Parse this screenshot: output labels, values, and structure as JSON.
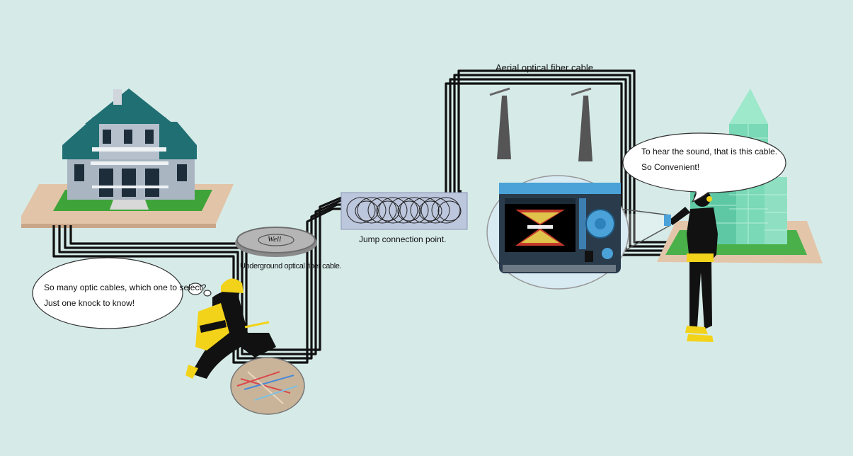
{
  "labels": {
    "aerial": "Aerial optical fiber cable.",
    "jump": "Jump connection point.",
    "underground": "Underground optical fiber cable.",
    "well": "Well"
  },
  "bubbles": {
    "left": {
      "line1": "So many optic cables, which one to select?",
      "line2": "Just one knock to know!"
    },
    "right": {
      "line1": "To hear the sound, that is this cable.",
      "line2": "So Convenient!"
    }
  },
  "colors": {
    "background": "#d6ebe8",
    "cable": "#111111",
    "safety_yellow": "#f3d31a",
    "roof": "#1f6f73",
    "building_glass": "#6fd6b0"
  }
}
